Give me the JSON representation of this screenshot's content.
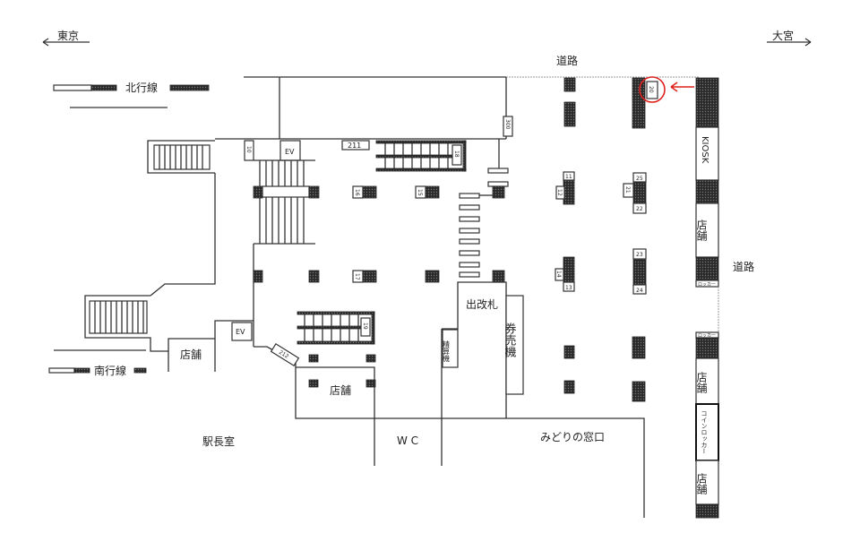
{
  "directions": {
    "left": "東京",
    "right": "大宮"
  },
  "roads": {
    "top": "道路",
    "right": "道路"
  },
  "tracks": {
    "north": "北行線",
    "south": "南行線"
  },
  "facilities": {
    "ev": "EV",
    "kiosk": "KIOSK",
    "shop": "店舗",
    "ticket_gate": "出改札",
    "ticket_machine": "券売機",
    "fare_adjust": "精算機",
    "station_master": "駅長室",
    "wc": "W C",
    "midori": "みどりの窓口",
    "locker": "ロッカー",
    "coin_locker": "コインロッカー"
  },
  "labels": {
    "l300": "300",
    "l211": "211",
    "l212": "212",
    "l10": "10",
    "l11": "11",
    "l12": "12",
    "l13": "13",
    "l14": "14",
    "l15": "15",
    "l16": "16",
    "l17": "17",
    "l18": "18",
    "l19": "19",
    "l20": "20",
    "l21": "21",
    "l22": "22",
    "l23": "23",
    "l24": "24",
    "l25": "25"
  },
  "highlight": {
    "target": "20",
    "color": "#e0201a"
  }
}
